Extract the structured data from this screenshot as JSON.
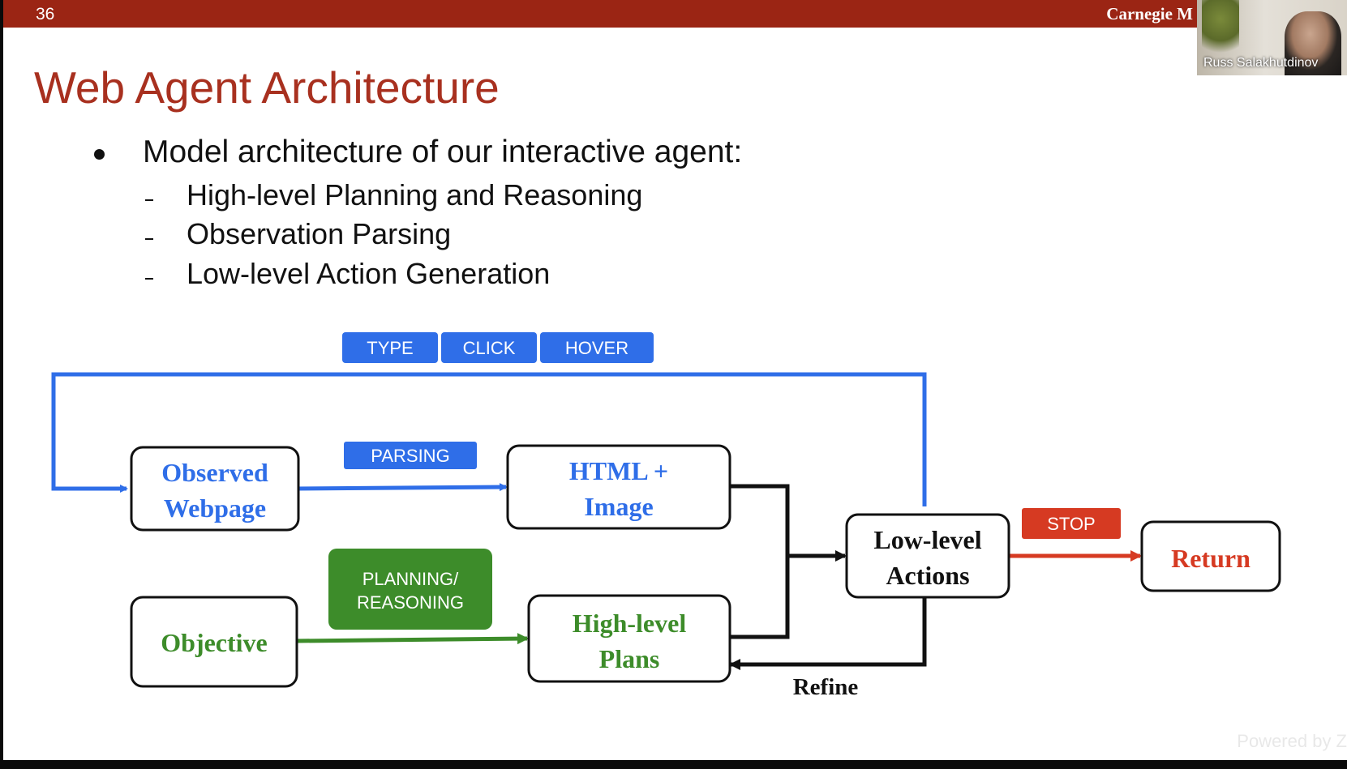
{
  "slide": {
    "page_number": "36",
    "brand": "Carnegie M",
    "title": "Web Agent Architecture",
    "bullet": "Model architecture of our interactive agent:",
    "sub_items": [
      "High-level Planning and Reasoning",
      "Observation Parsing",
      "Low-level Action Generation"
    ]
  },
  "diagram": {
    "actions": [
      "TYPE",
      "CLICK",
      "HOVER"
    ],
    "parsing_label": "PARSING",
    "planning_label": [
      "PLANNING/",
      "REASONING"
    ],
    "stop_label": "STOP",
    "refine_label": "Refine",
    "observed": [
      "Observed",
      "Webpage"
    ],
    "html_image": [
      "HTML +",
      "Image"
    ],
    "objective": "Objective",
    "high_level": [
      "High-level",
      "Plans"
    ],
    "low_level": [
      "Low-level",
      "Actions"
    ],
    "return_label": "Return"
  },
  "video": {
    "participant_name": "Russ Salakhutdinov"
  },
  "footer": {
    "watermark": "Powered by Z"
  },
  "colors": {
    "header": "#9b2514",
    "title": "#a8301f",
    "blue": "#2f6ee8",
    "green": "#3d8c2a",
    "red": "#d63a22"
  }
}
